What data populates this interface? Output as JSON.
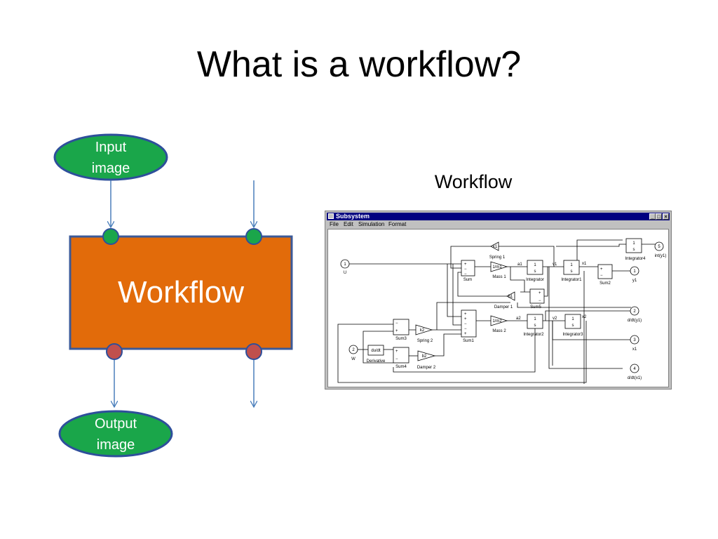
{
  "slide": {
    "title": "What is a workflow?",
    "subtitle": "Workflow"
  },
  "diagram": {
    "input_label_1": "Input",
    "input_label_2": "image",
    "box_label": "Workflow",
    "output_label_1": "Output",
    "output_label_2": "image",
    "colors": {
      "ellipse_fill": "#1aa64a",
      "ellipse_stroke": "#2e4f9b",
      "box_fill": "#e26b0a",
      "box_stroke": "#3b5998",
      "input_port": "#1aa64a",
      "output_port": "#c0504d",
      "arrow": "#4a7ebb"
    }
  },
  "window": {
    "title": "Subsystem",
    "menu": [
      "File",
      "Edit",
      "Simulation",
      "Format"
    ],
    "buttons": [
      "_",
      "□",
      "×"
    ],
    "blocks": {
      "in1": "1",
      "in1_label": "U",
      "in2": "2",
      "in2_label": "W",
      "sum": "Sum",
      "sum1": "Sum1",
      "sum2": "Sum2",
      "sum3": "Sum3",
      "sum4": "Sum4",
      "sum5": "Sum5",
      "mass1": "1/m1",
      "mass1_label": "Mass 1",
      "mass2": "1/m2",
      "mass2_label": "Mass 2",
      "spring1": "k1",
      "spring1_label": "Spring 1",
      "spring2": "k2",
      "spring2_label": "Spring 2",
      "damper1": "b1",
      "damper1_label": "Damper 1",
      "damper2": "b2",
      "damper2_label": "Damper 2",
      "int_num": "1",
      "int_den": "s",
      "integrator": "Integrator",
      "integrator1": "Integrator1",
      "integrator2": "Integrator2",
      "integrator3": "Integrator3",
      "integrator4": "Integrator4",
      "derivative": "du/dt",
      "derivative_label": "Derivative",
      "a1": "a1",
      "v1": "v1",
      "x1": "x1",
      "a2": "a2",
      "v2": "v2",
      "x2": "x2",
      "out1": "1",
      "out1_label": "y1",
      "out2": "2",
      "out2_label": "d/dt(y1)",
      "out3": "3",
      "out3_label": "x1",
      "out4": "4",
      "out4_label": "d/dt(x1)",
      "out5": "5",
      "out5_label": "int(y1)"
    }
  }
}
